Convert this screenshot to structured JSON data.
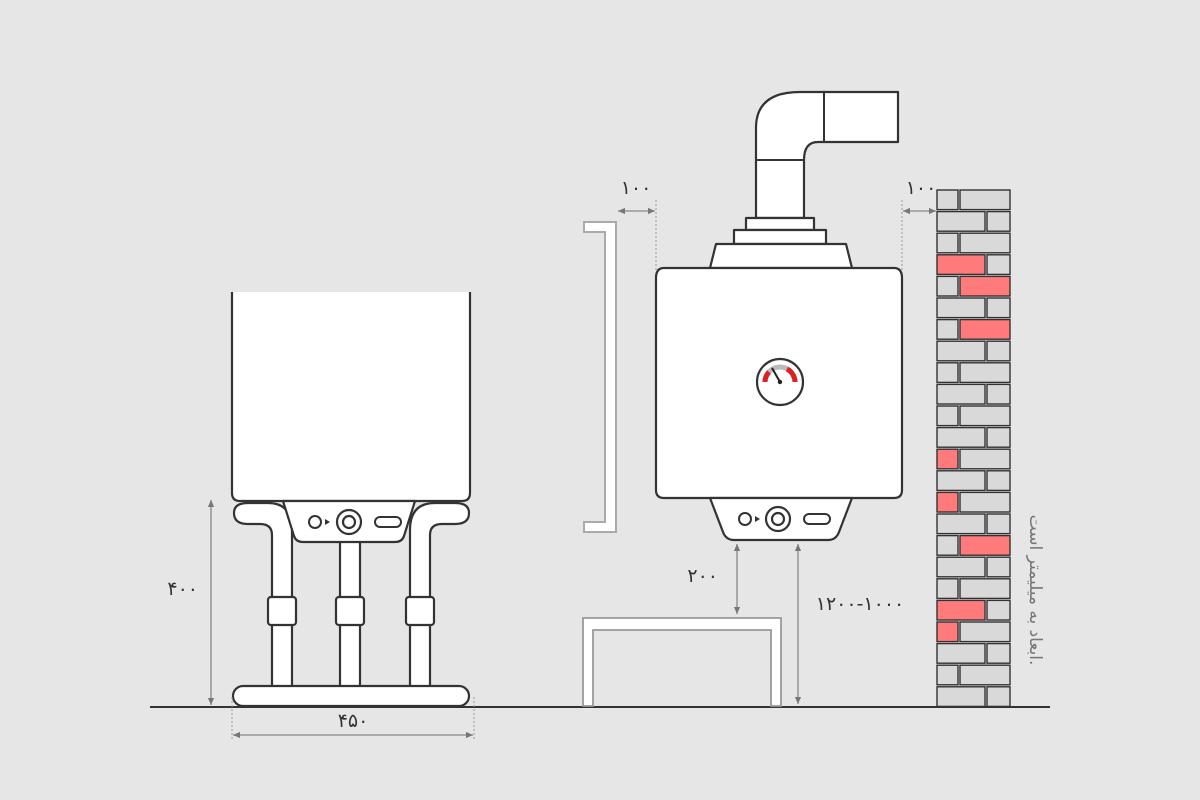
{
  "dimensions": {
    "floor_heater_height": "۴۰۰",
    "floor_heater_width": "۴۵۰",
    "clearance_left": "۱۰۰",
    "clearance_right": "۱۰۰",
    "clearance_below": "۲۰۰",
    "mount_height": "۱۲۰۰-۱۰۰۰"
  },
  "note": "ابعاد به میلیمتر است.",
  "colors": {
    "background": "#e6e6e6",
    "outline": "#333333",
    "brick_gray": "#d9d9d9",
    "brick_red": "#ff7b7b",
    "gauge_red": "#e02020"
  },
  "icons": {
    "indicator": "ring-indicator-icon",
    "knob": "control-knob-icon",
    "display": "display-slot-icon",
    "gauge": "temperature-gauge-icon"
  }
}
